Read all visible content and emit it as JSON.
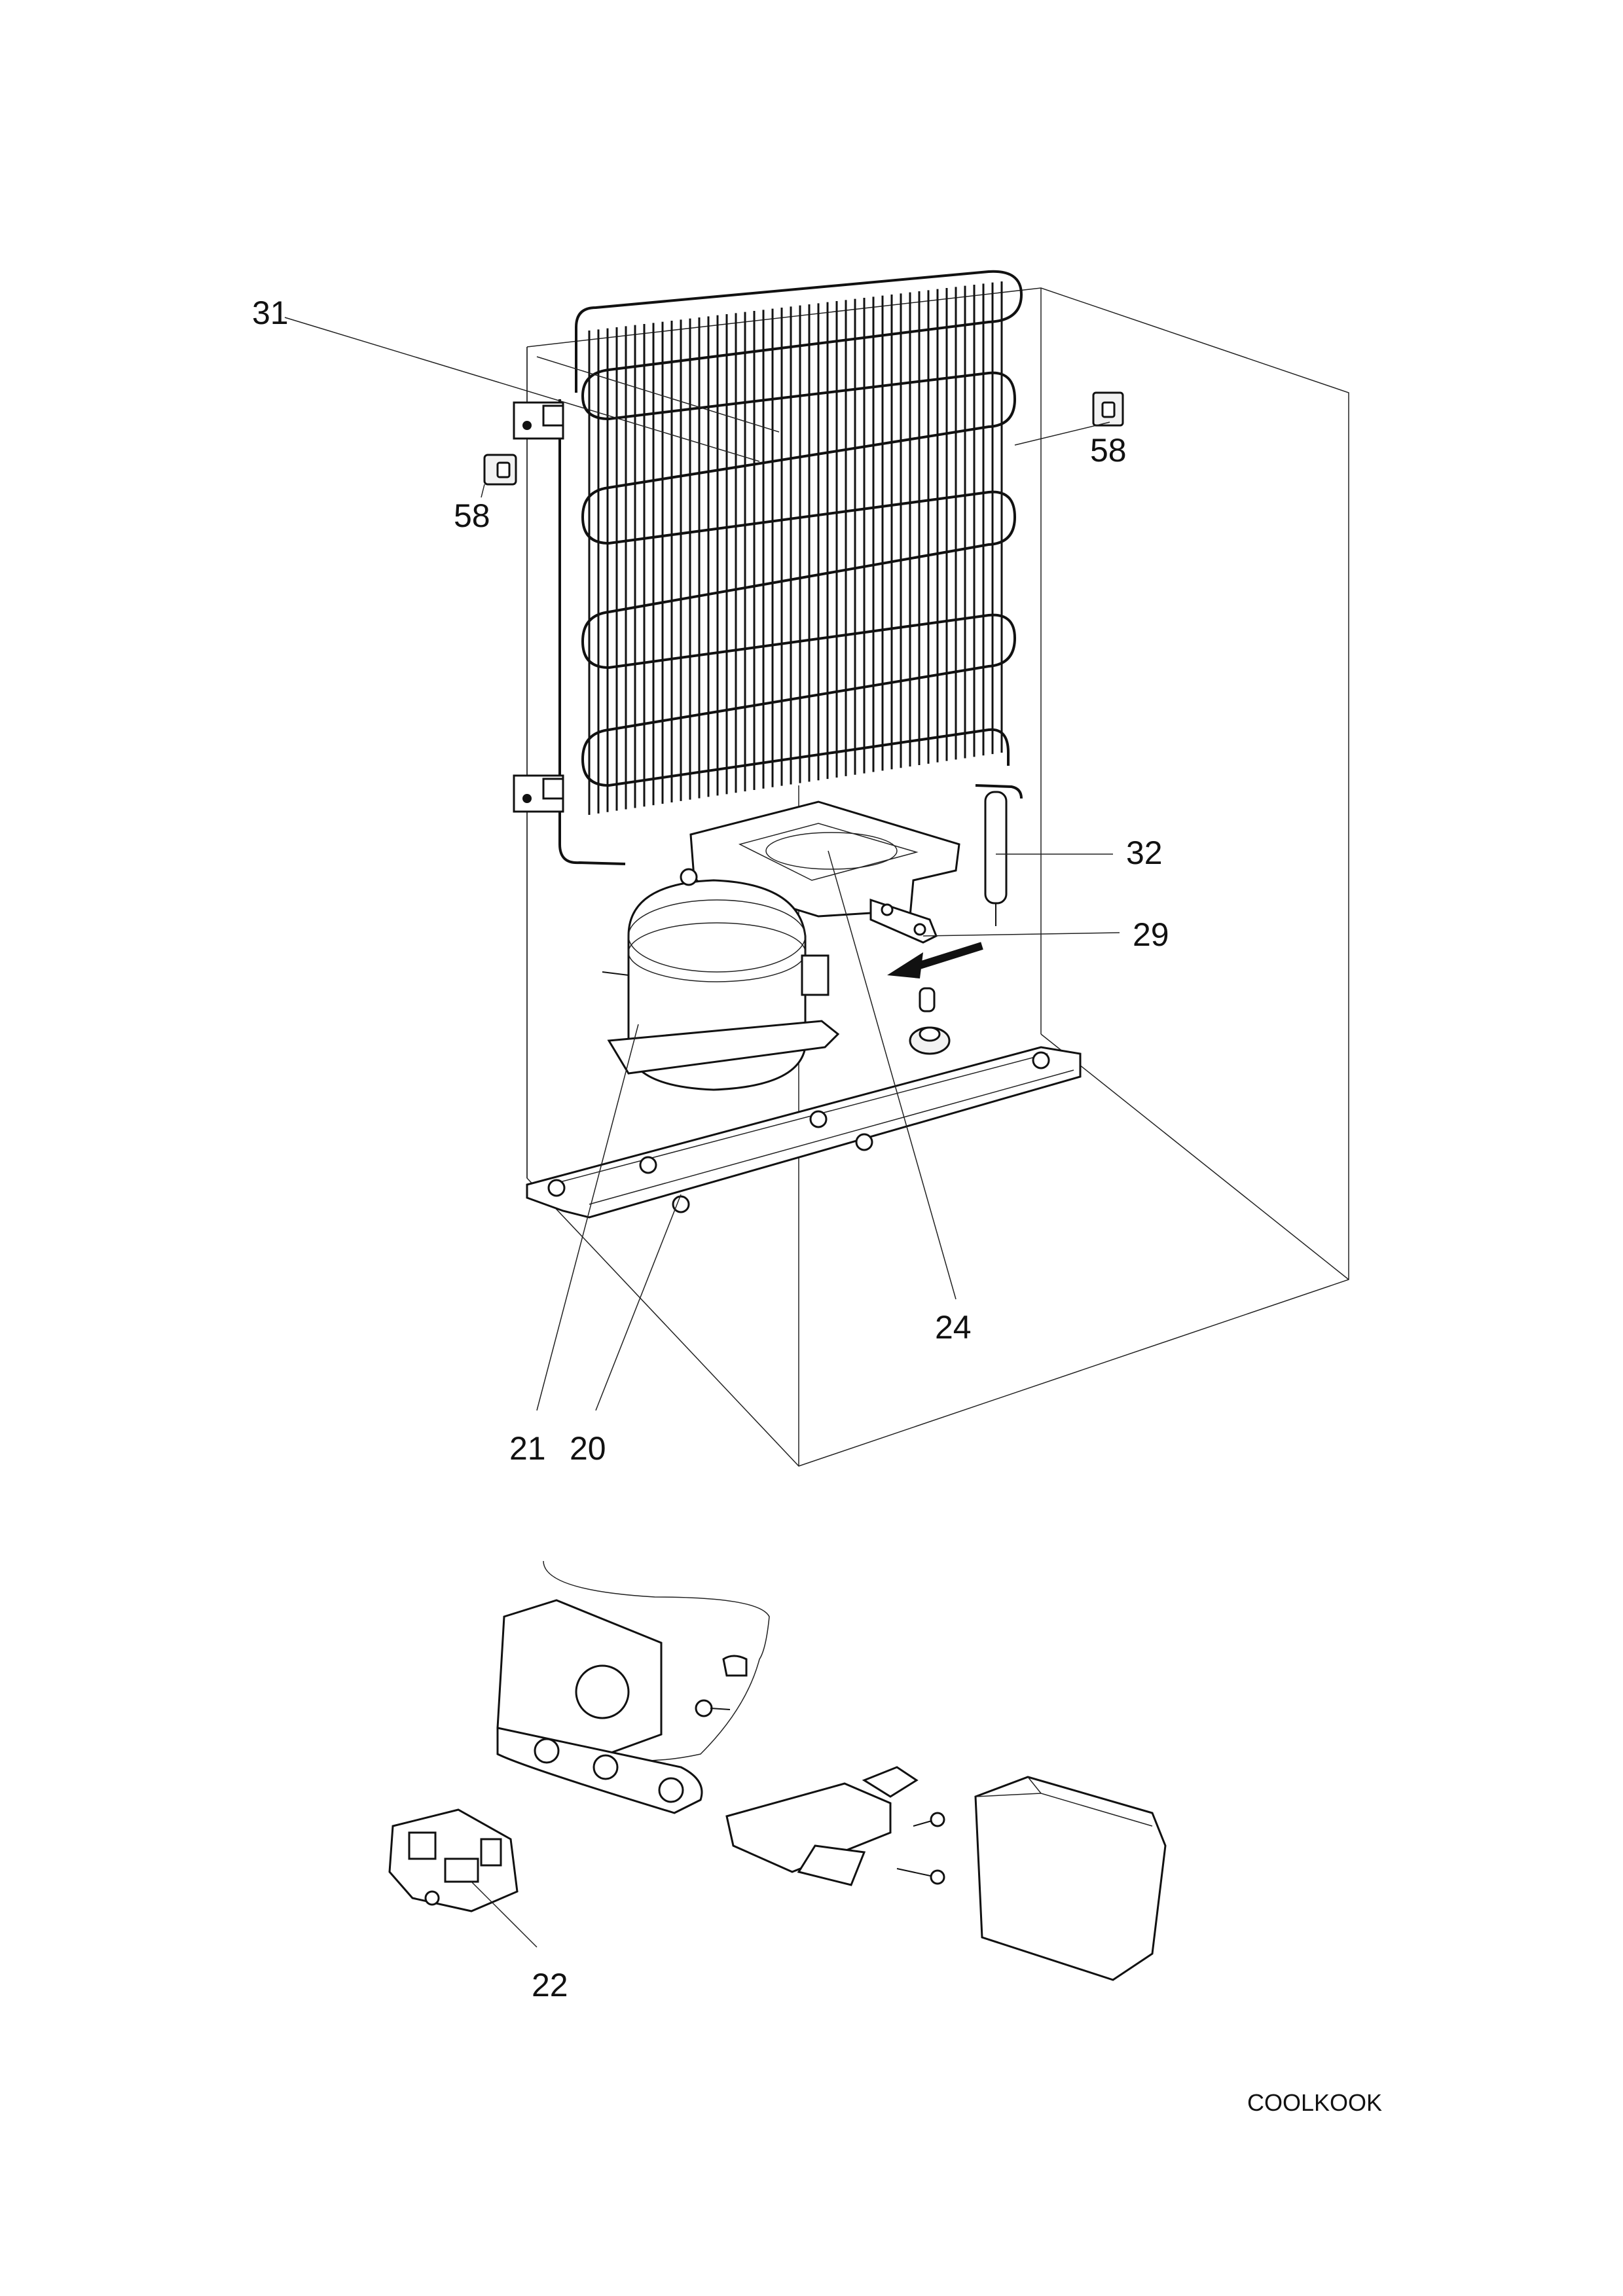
{
  "callouts": {
    "c31": "31",
    "c58a": "58",
    "c58b": "58",
    "c32": "32",
    "c29": "29",
    "c24": "24",
    "c21": "21",
    "c20": "20",
    "c22": "22"
  },
  "diagram_code": "COOLKOOK"
}
